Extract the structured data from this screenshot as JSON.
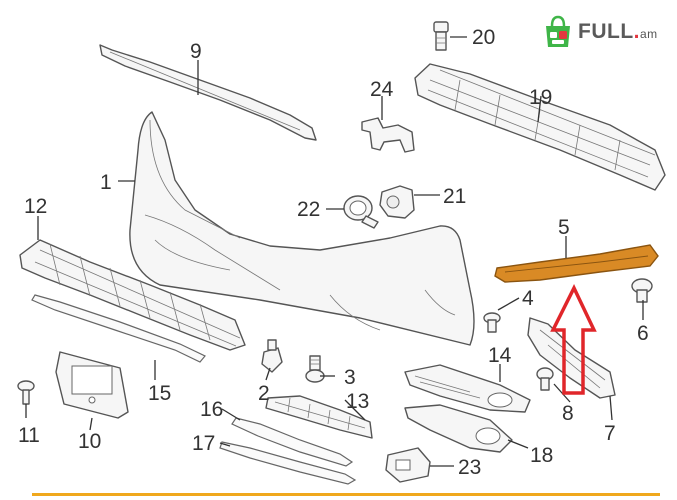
{
  "logo": {
    "brand": "FULL",
    "dot": ".",
    "tld": "am"
  },
  "labels": [
    "1",
    "2",
    "3",
    "4",
    "5",
    "6",
    "7",
    "8",
    "9",
    "10",
    "11",
    "12",
    "13",
    "14",
    "15",
    "16",
    "17",
    "18",
    "19",
    "20",
    "21",
    "22",
    "23",
    "24"
  ],
  "colors": {
    "highlight_part": "#d98a25",
    "arrow": "#e0262a",
    "accent_rule": "#f0a81d"
  },
  "highlighted_part_label": "5"
}
